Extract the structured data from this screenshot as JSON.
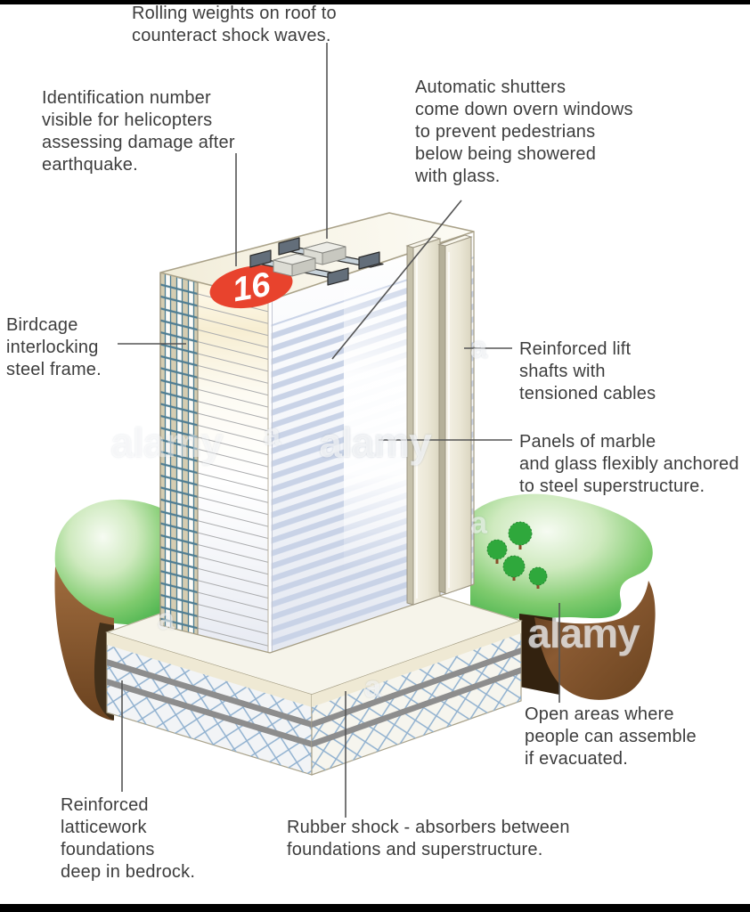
{
  "figure": {
    "title": "Earthquake-resistant building cutaway diagram",
    "roof_number": "16"
  },
  "labels": [
    {
      "id": "rolling-weights",
      "text": "Rolling weights on roof to\ncounteract shock waves."
    },
    {
      "id": "identification-number",
      "text": "Identification number\nvisible for helicopters\nassessing damage after\nearthquake."
    },
    {
      "id": "automatic-shutters",
      "text": "Automatic shutters\ncome down overn windows\nto prevent pedestrians\nbelow being showered\nwith glass."
    },
    {
      "id": "birdcage-frame",
      "text": "Birdcage\ninterlocking\nsteel frame."
    },
    {
      "id": "lift-shafts",
      "text": "Reinforced lift\nshafts with\ntensioned cables"
    },
    {
      "id": "marble-panels",
      "text": "Panels of marble\nand glass flexibly anchored\nto steel superstructure."
    },
    {
      "id": "open-areas",
      "text": "Open areas where\npeople can assemble\nif evacuated."
    },
    {
      "id": "latticework-foundations",
      "text": "Reinforced\nlatticework\nfoundations\ndeep in bedrock."
    },
    {
      "id": "shock-absorbers",
      "text": "Rubber shock - absorbers between\nfoundations and superstructure."
    }
  ],
  "watermark": {
    "brand": "alamy",
    "letter": "a"
  },
  "colors": {
    "helipad_oval": "#e8432d",
    "roof_number_text": "#ffffff",
    "grass": "#3fae47",
    "soil": "#7a4e28",
    "steel_frame": "#4e7d93",
    "window_stripe": "#c9d3e7",
    "lattice": "#8fb0cf",
    "shock_absorber_band": "#8d8d8d",
    "leader_line": "#555555",
    "label_text": "#3d3d3d",
    "frame_bar": "#000000"
  }
}
